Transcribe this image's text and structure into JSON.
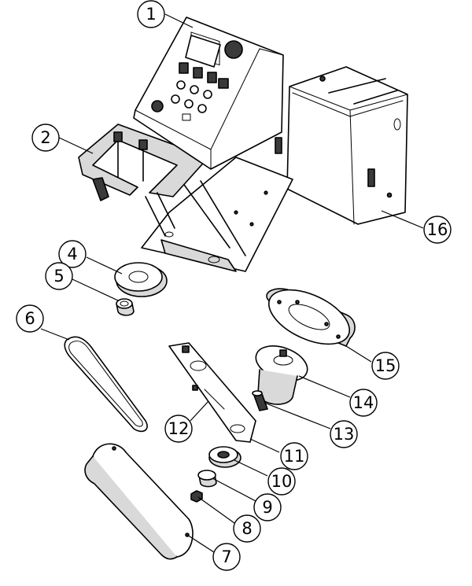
{
  "colors": {
    "line": "#000000",
    "background": "#ffffff",
    "shade": "#d9d9d9"
  },
  "callouts": [
    {
      "label": "1"
    },
    {
      "label": "2"
    },
    {
      "label": "4"
    },
    {
      "label": "5"
    },
    {
      "label": "6"
    },
    {
      "label": "7"
    },
    {
      "label": "8"
    },
    {
      "label": "9"
    },
    {
      "label": "10"
    },
    {
      "label": "11"
    },
    {
      "label": "12"
    },
    {
      "label": "13"
    },
    {
      "label": "14"
    },
    {
      "label": "15"
    },
    {
      "label": "16"
    }
  ]
}
